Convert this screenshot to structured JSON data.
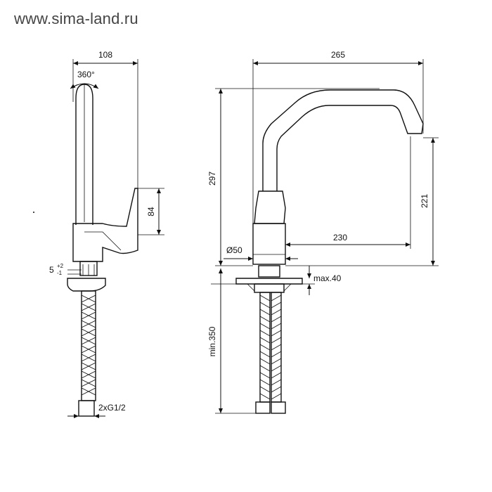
{
  "watermark": "www.sima-land.ru",
  "side_view": {
    "width_label": "108",
    "rotation_label": "360°",
    "handle_height_label": "84",
    "tolerance_base": "5",
    "tolerance_plus": "+2",
    "tolerance_minus": "-1",
    "connection_label": "2xG1/2"
  },
  "front_view": {
    "reach_label": "265",
    "height_label": "297",
    "outlet_height_label": "221",
    "spout_reach_label": "230",
    "base_diameter_label": "Ø50",
    "max_thickness_label": "max.40",
    "min_hose_label": "min.350"
  }
}
